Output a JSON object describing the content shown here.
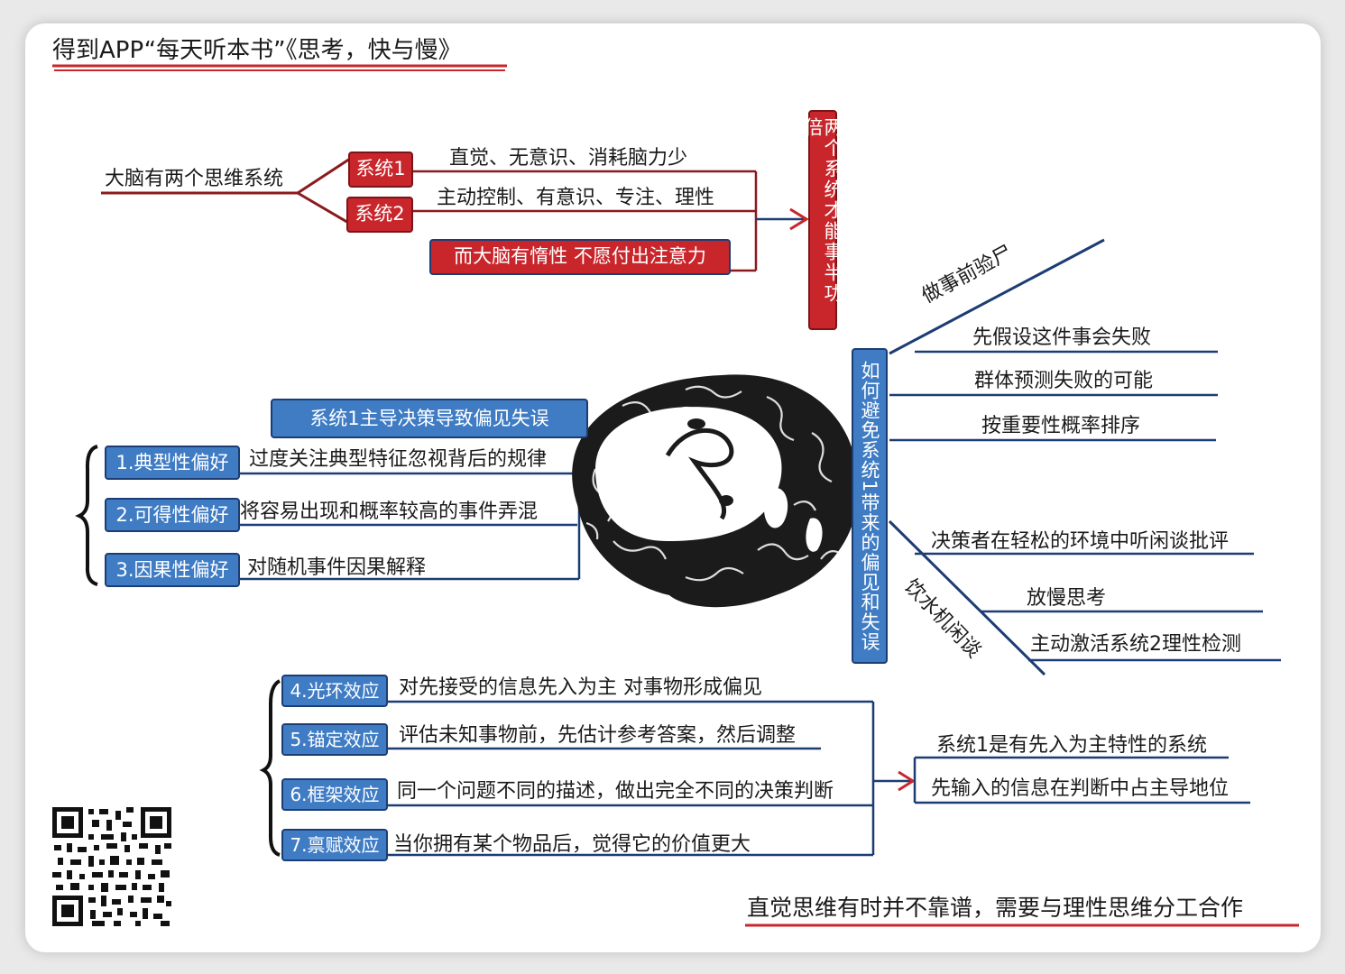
{
  "header": {
    "title": "得到APP“每天听本书”《思考，快与慢》"
  },
  "top_section": {
    "root": "大脑有两个思维系统",
    "system1": {
      "label": "系统1",
      "desc": "直觉、无意识、消耗脑力少"
    },
    "system2": {
      "label": "系统2",
      "desc": "主动控制、有意识、专注、理性"
    },
    "note": "而大脑有惰性 不愿付出注意力",
    "conclusion": "两个系统才能事半功倍"
  },
  "left_section": {
    "header": "系统1主导决策导致偏见失误",
    "biases": [
      {
        "label": "1.典型性偏好",
        "desc": "过度关注典型特征忽视背后的规律"
      },
      {
        "label": "2.可得性偏好",
        "desc": "将容易出现和概率较高的事件弄混"
      },
      {
        "label": "3.因果性偏好",
        "desc": "对随机事件因果解释"
      }
    ]
  },
  "right_section": {
    "title": "如何避免系统1带来的偏见和失误",
    "premortem": {
      "label": "做事前验尸",
      "items": [
        "先假设这件事会失败",
        "群体预测失败的可能",
        "按重要性概率排序"
      ]
    },
    "water_cooler": {
      "label": "饮水机闲谈",
      "items": [
        "决策者在轻松的环境中听闲谈批评",
        "放慢思考",
        "主动激活系统2理性检测"
      ]
    }
  },
  "bottom_section": {
    "effects": [
      {
        "label": "4.光环效应",
        "desc": "对先接受的信息先入为主 对事物形成偏见"
      },
      {
        "label": "5.锚定效应",
        "desc": "评估未知事物前，先估计参考答案，然后调整"
      },
      {
        "label": "6.框架效应",
        "desc": "同一个问题不同的描述，做出完全不同的决策判断"
      },
      {
        "label": "7.禀赋效应",
        "desc": "当你拥有某个物品后，觉得它的价值更大"
      }
    ],
    "results": [
      "系统1是有先入为主特性的系统",
      "先输入的信息在判断中占主导地位"
    ]
  },
  "footer": {
    "summary": "直觉思维有时并不靠谱，需要与理性思维分工合作"
  },
  "colors": {
    "red": "#c9262c",
    "dark_red": "#7b1418",
    "blue": "#3f7cc4",
    "navy": "#1c3d73",
    "brain": "#1b1b1b"
  },
  "icons": {
    "brain": "brain-illustration",
    "qr": "qr-code"
  }
}
